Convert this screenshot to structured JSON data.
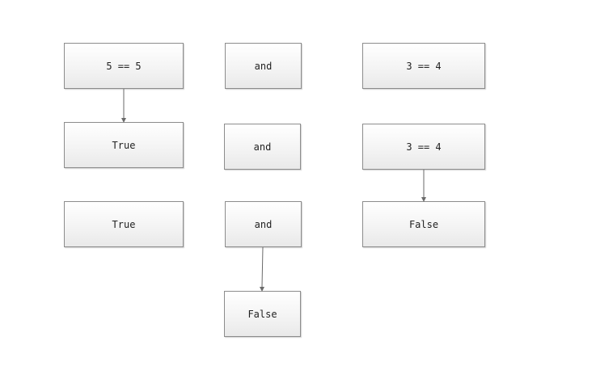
{
  "nodes": {
    "n1": "5 == 5",
    "n2": "and",
    "n3": "3 == 4",
    "n4": "True",
    "n5": "and",
    "n6": "3 == 4",
    "n7": "True",
    "n8": "and",
    "n9": "False",
    "n10": "False"
  },
  "colors": {
    "border": "#8c8c8c",
    "fill_top": "#ffffff",
    "fill_bottom": "#e9e9e9",
    "arrow": "#6a6a6a",
    "text": "#222222"
  }
}
